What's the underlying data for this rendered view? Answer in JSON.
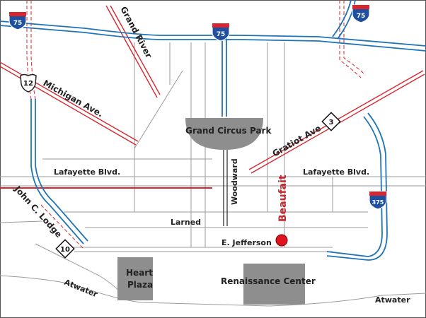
{
  "colors": {
    "background": "#ffffff",
    "freeway": "#1f74b8",
    "us_route": "#d8262e",
    "minor_road": "#9a9a9a",
    "block": "#8e8e8e",
    "marker": "#e0141e",
    "highlight_label": "#c8262c",
    "text": "#222222"
  },
  "shields": {
    "i75_top": "75",
    "i75_center": "75",
    "i75_topright": "75",
    "i375": "375",
    "us12": "12",
    "m3": "3",
    "m10": "10"
  },
  "streets": {
    "grand_river": "Grand River",
    "michigan_ave": "Michigan Ave.",
    "gratiot_ave": "Gratiot Ave",
    "lafayette_west": "Lafayette Blvd.",
    "lafayette_east": "Lafayette Blvd.",
    "woodward": "Woodward",
    "beaufait": "Beaufait",
    "john_c_lodge": "John C. Lodge",
    "larned": "Larned",
    "e_jefferson": "E. Jefferson",
    "atwater_west": "Atwater",
    "atwater_east": "Atwater"
  },
  "places": {
    "grand_circus_park": "Grand Circus Park",
    "heart_plaza_line1": "Heart",
    "heart_plaza_line2": "Plaza",
    "renaissance_center": "Renaissance Center"
  },
  "marker": {
    "icon": "location-dot-icon"
  }
}
